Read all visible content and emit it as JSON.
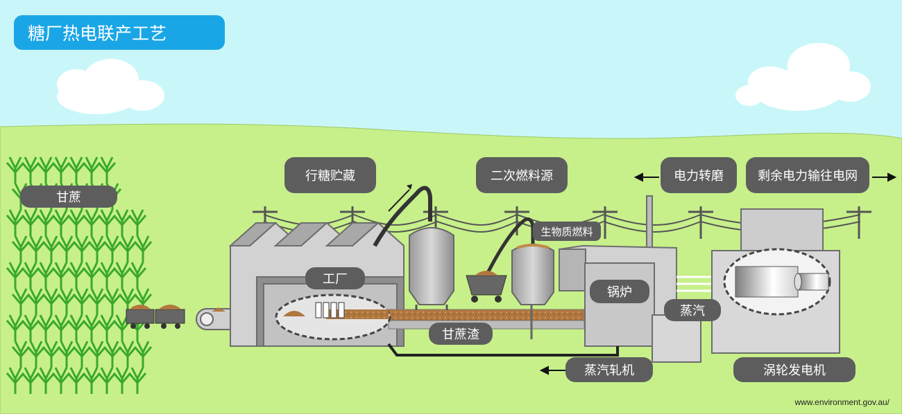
{
  "title": "糖厂热电联产工艺",
  "labels": {
    "sugarcane": "甘蔗",
    "sugar_storage": "行糖贮藏",
    "secondary_fuel": "二次燃料源",
    "power_to_mill": "电力转磨",
    "surplus_power": "剩余电力输往电网",
    "biomass_fuel": "生物质燃料",
    "factory": "工厂",
    "boiler": "锅炉",
    "steam": "蒸汽",
    "bagasse": "甘蔗渣",
    "steam_mill": "蒸汽轧机",
    "turbine": "涡轮发电机"
  },
  "credit": "www.environment.gov.au/",
  "colors": {
    "sky": "#c9f7f9",
    "grass": "#c7f08a",
    "title_bg": "#1aa6e6",
    "label_bg": "#5d5d5d",
    "building": "#d2d2d2",
    "cane": "#3aa82d"
  }
}
